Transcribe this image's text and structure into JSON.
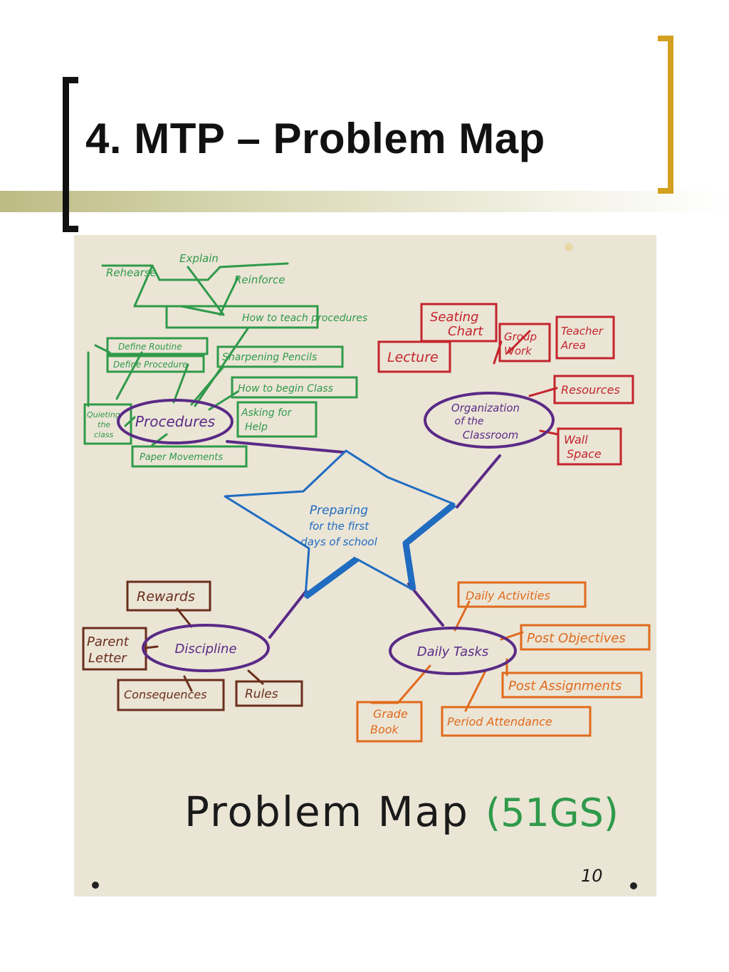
{
  "slide": {
    "title": "4. MTP – Problem Map"
  },
  "map": {
    "center": [
      "Preparing",
      "for the first",
      "days of school"
    ],
    "procedures": {
      "hub": "Procedures",
      "items": {
        "explain": "Explain",
        "rehearse": "Rehearse",
        "reinforce": "Reinforce",
        "how_to_teach": "How to teach procedures",
        "define_routine": "Define Routine",
        "define_procedure": "Define Procedure",
        "sharpening": "Sharpening Pencils",
        "begin_class": "How to begin Class",
        "asking_help": [
          "Asking for",
          "Help"
        ],
        "quieting": [
          "Quieting",
          "the",
          "class"
        ],
        "paper": "Paper Movements"
      }
    },
    "organization": {
      "hub": [
        "Organization",
        "of the",
        "Classroom"
      ],
      "items": {
        "seating": [
          "Seating",
          "Chart"
        ],
        "group": [
          "Group",
          "Work"
        ],
        "teacher": [
          "Teacher",
          "Area"
        ],
        "lecture": "Lecture",
        "resources": "Resources",
        "wall": [
          "Wall",
          "Space"
        ]
      }
    },
    "discipline": {
      "hub": "Discipline",
      "items": {
        "rewards": "Rewards",
        "parent": [
          "Parent",
          "Letter"
        ],
        "consequences": "Consequences",
        "rules": "Rules"
      }
    },
    "daily": {
      "hub": "Daily Tasks",
      "items": {
        "activities": "Daily Activities",
        "objectives": "Post Objectives",
        "assignments": "Post Assignments",
        "grade": [
          "Grade",
          "Book"
        ],
        "attendance": "Period Attendance"
      }
    },
    "caption": "Problem Map",
    "caption_code": "(51GS)",
    "page_number": "10"
  },
  "colors": {
    "paper": "#ebe5d6",
    "green": "#2f9a4a",
    "red": "#c4242c",
    "purple": "#5a2a86",
    "blue": "#1f6cc0",
    "brown": "#6a2e1c",
    "orange": "#e06a1c",
    "accent_gold": "#d3a11f"
  }
}
